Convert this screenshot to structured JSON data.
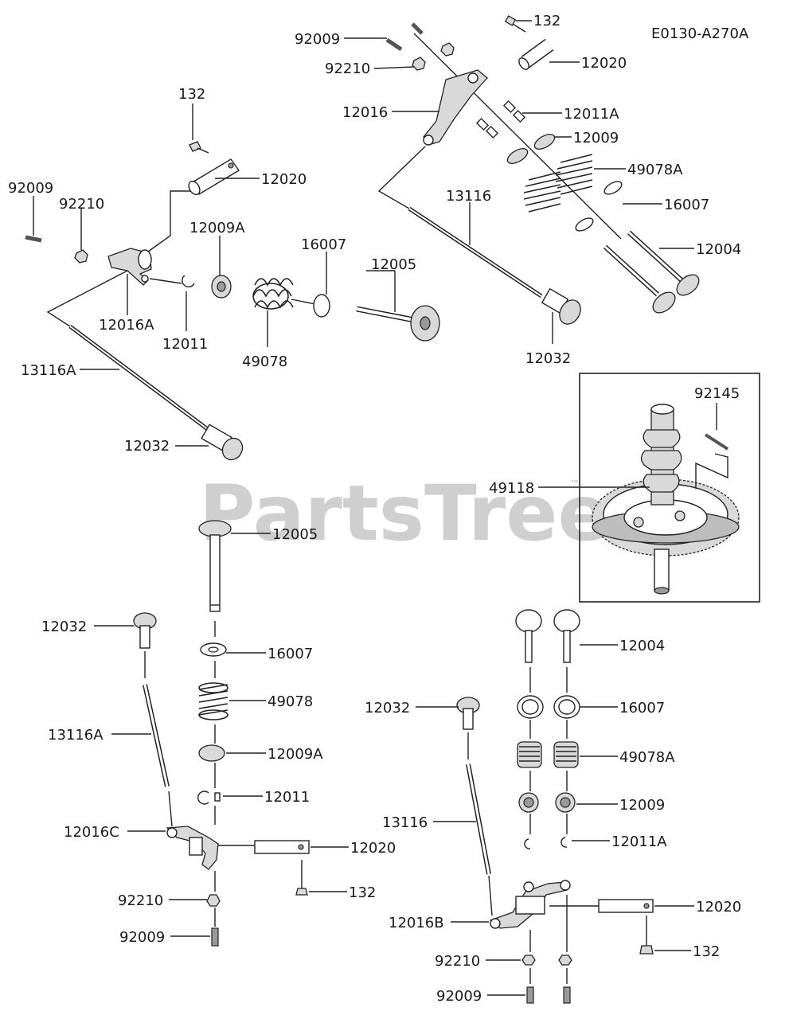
{
  "diagram": {
    "code": "E0130-A270A",
    "watermark": "PartsTree",
    "trademark": "™",
    "labels": {
      "l132a": "132",
      "l92009a": "92009",
      "l92210a": "92210",
      "l12020a": "12020",
      "l12016a": "12016",
      "l12011A_a": "12011A",
      "l12009a": "12009",
      "l49078A_a": "49078A",
      "l13116a": "13116",
      "l16007a": "16007",
      "l12004a": "12004",
      "l12032a": "12032",
      "l132b": "132",
      "l12020b": "12020",
      "l92009b": "92009",
      "l92210b": "92210",
      "l12009A_b": "12009A",
      "l16007b": "16007",
      "l12005b": "12005",
      "l12016A_b": "12016A",
      "l12011b": "12011",
      "l49078b": "49078",
      "l13116A_b": "13116A",
      "l12032b": "12032",
      "l92145": "92145",
      "l49118": "49118",
      "l12005c": "12005",
      "l12032c": "12032",
      "l16007c": "16007",
      "l49078c": "49078",
      "l13116A_c": "13116A",
      "l12009A_c": "12009A",
      "l12011c": "12011",
      "l12016C": "12016C",
      "l12020c": "12020",
      "l132c": "132",
      "l92210c": "92210",
      "l92009c": "92009",
      "l12004d": "12004",
      "l12032d": "12032",
      "l16007d": "16007",
      "l49078A_d": "49078A",
      "l12009d": "12009",
      "l13116d": "13116",
      "l12011A_d": "12011A",
      "l12020d": "12020",
      "l12016B": "12016B",
      "l132d": "132",
      "l92210d": "92210",
      "l92009d": "92009"
    }
  }
}
